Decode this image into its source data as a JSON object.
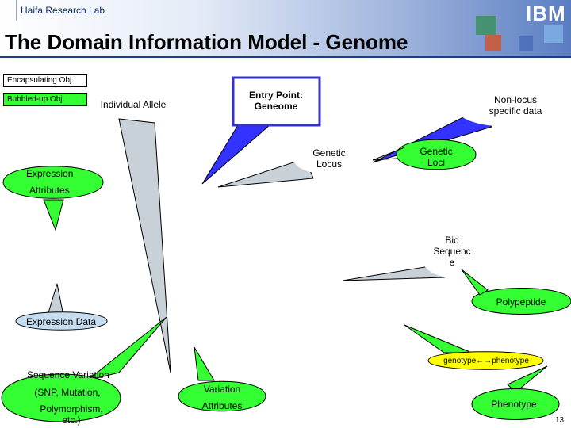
{
  "header": {
    "lab": "Haifa Research Lab",
    "logo": "IBM",
    "title": "The Domain Information Model - Genome"
  },
  "legend": {
    "encapsulating": "Encapsulating Obj.",
    "bubbled_up": "Bubbled-up Obj."
  },
  "nodes": {
    "individual_allele": "Individual Allele",
    "entry_point": "Entry Point: Geneome",
    "non_locus": "Non-locus specific data",
    "genetic_locus": "Genetic Locus",
    "genetic_loci": "Genetic Loci",
    "expression": "Expression",
    "attributes": "Attributes",
    "bio_sequence": "Bio Sequenc e",
    "polypeptide": "Polypeptide",
    "expression_data": "Expression Data",
    "genotype_phenotype": "genotype←→phenotype",
    "sequence_variation": "Sequence Variation",
    "snp_mutation": "(SNP, Mutation,",
    "polymorphism": "Polymorphism, etc.)",
    "variation": "Variation",
    "variation_attributes": "Attributes",
    "phenotype": "Phenotype"
  },
  "footer": {
    "page_number": "13"
  },
  "colors": {
    "bubbled_up": "#33ff33",
    "encapsulating": "#ffffff",
    "entry_point_border": "#3333cc",
    "callout_blue": "#3333ff",
    "genotype_phenotype_fill": "#ffff00",
    "banner": "#b8c8e6",
    "title_rule": "#1f3c88"
  }
}
